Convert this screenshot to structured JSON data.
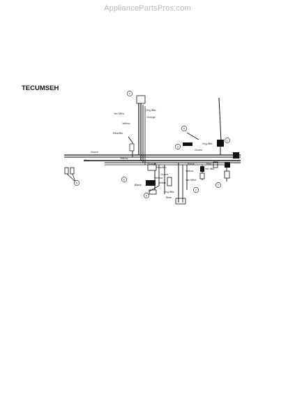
{
  "watermark": "AppliancePartsPros.com",
  "heading": "TECUMSEH",
  "wire_labels": {
    "yel_wht_top": "Yel./Wht.",
    "org_blk_top": "Org./Blk.",
    "yellow_top": "Yellow",
    "orange_top": "Orange",
    "red_blk": "Red/Blk.",
    "green_left": "Green",
    "blue_left": "Blue",
    "yellow_mid": "Yellow",
    "orange_mid": "Orange",
    "red_blk_mid": "Red/Blk.",
    "green_mid": "Green",
    "yellow_low": "Yellow",
    "black_low": "Black",
    "white_low": "White",
    "org_blk_low": "Org./Blk.",
    "blue_low": "Blue",
    "green_right": "Green",
    "org_blk_right": "Org./Blk.",
    "black_right": "Black",
    "red_right": "Red",
    "yel_blk_right": "Yel./Blk.",
    "yellow_right": "Yellow",
    "yel_wht_right": "Yel./Wht."
  },
  "callouts": [
    "4",
    "9",
    "6",
    "5",
    "8",
    "3",
    "2",
    "1",
    "7"
  ]
}
